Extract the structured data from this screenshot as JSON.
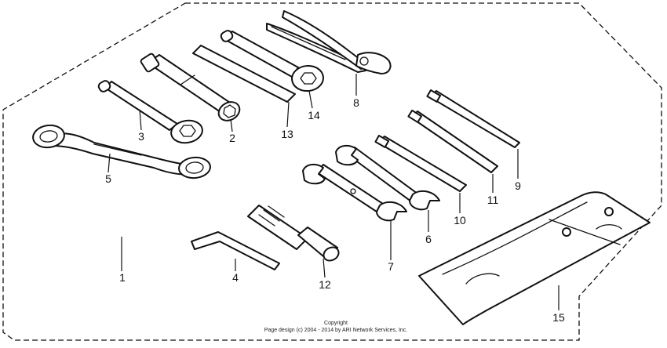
{
  "parts": [
    {
      "id": "1",
      "label": "1",
      "name": "tool kit (complete)"
    },
    {
      "id": "2",
      "label": "2",
      "name": "socket / spark plug wrench"
    },
    {
      "id": "3",
      "label": "3",
      "name": "ring wrench"
    },
    {
      "id": "4",
      "label": "4",
      "name": "hex wrench"
    },
    {
      "id": "5",
      "label": "5",
      "name": "box end wrench"
    },
    {
      "id": "6",
      "label": "6",
      "name": "open end wrench"
    },
    {
      "id": "7",
      "label": "7",
      "name": "open end wrench"
    },
    {
      "id": "8",
      "label": "8",
      "name": "pliers"
    },
    {
      "id": "9",
      "label": "9",
      "name": "screwdriver"
    },
    {
      "id": "10",
      "label": "10",
      "name": "screwdriver"
    },
    {
      "id": "11",
      "label": "11",
      "name": "screwdriver"
    },
    {
      "id": "12",
      "label": "12",
      "name": "driver handle"
    },
    {
      "id": "13",
      "label": "13",
      "name": "pin spanner bar"
    },
    {
      "id": "14",
      "label": "14",
      "name": "ring spanner"
    },
    {
      "id": "15",
      "label": "15",
      "name": "tool bag"
    }
  ],
  "copyright": {
    "line1": "Copyright",
    "line2": "Page design (c) 2004 - 2014 by ARI Network Services, Inc."
  }
}
